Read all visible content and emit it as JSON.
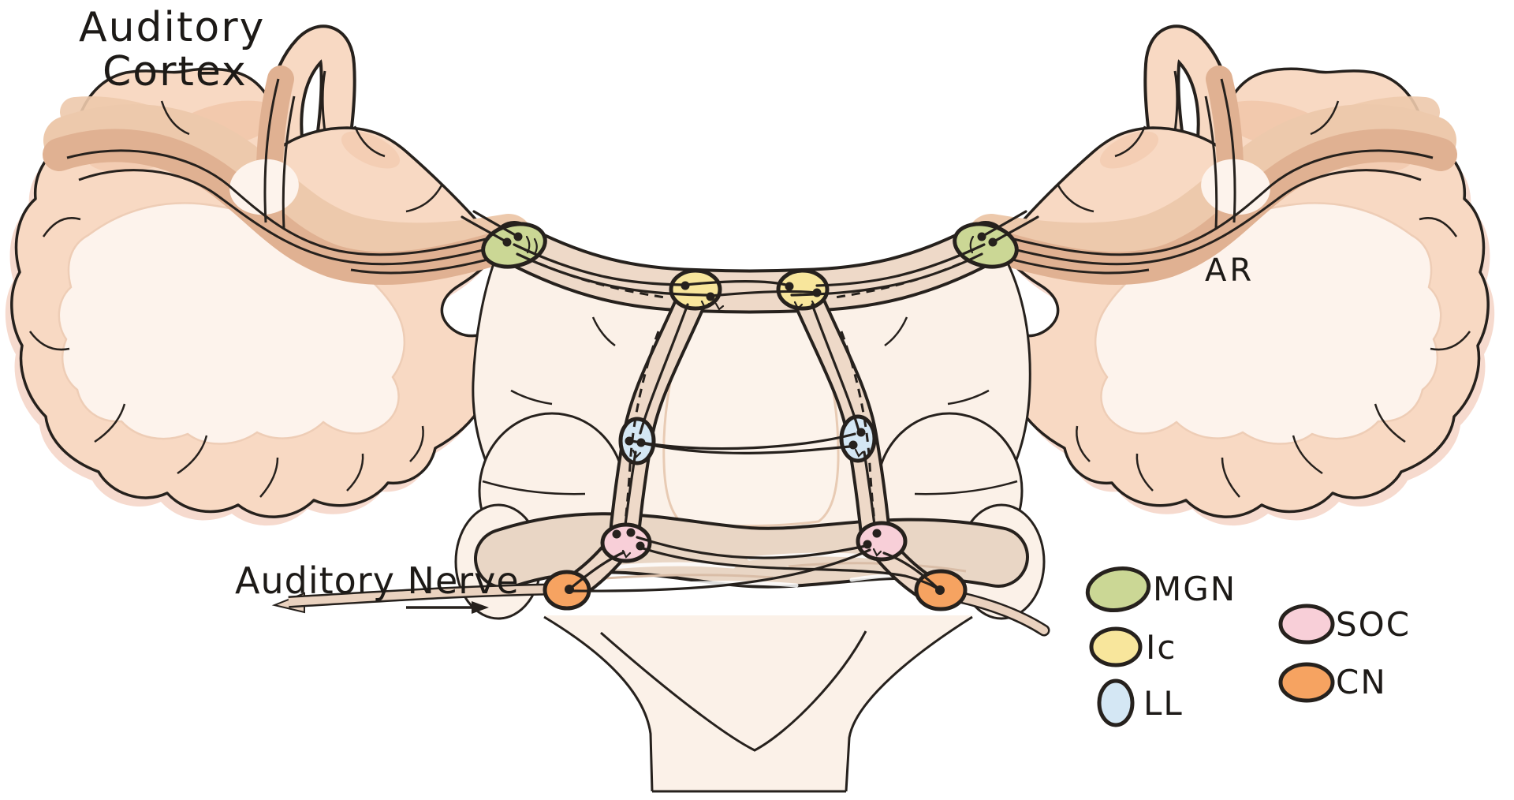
{
  "title": {
    "line1": "Auditory",
    "line2": "Cortex"
  },
  "labels": {
    "auditory_nerve": "Auditory Nerve",
    "ar": "AR"
  },
  "legend": {
    "items": [
      {
        "id": "mgn",
        "label": "MGN",
        "color": "#cbd795"
      },
      {
        "id": "ic",
        "label": "Ic",
        "color": "#f8e69c"
      },
      {
        "id": "ll",
        "label": "LL",
        "color": "#d4e7f4"
      },
      {
        "id": "soc",
        "label": "SOC",
        "color": "#f8cfd8"
      },
      {
        "id": "cn",
        "label": "CN",
        "color": "#f6a361"
      }
    ]
  },
  "colors": {
    "ink": "#26211d",
    "cortex": "#f8d9c3",
    "cortex_shadow": "#f3cebe",
    "gyrus_shade": "#f0c3a6",
    "white_matter": "#fdf3ec",
    "ar_band": "#e0b192",
    "ar_band_light": "#edc9ac",
    "brainstem": "#fbf1e8",
    "pons_band": "#e9d6c5",
    "pathway_band": "#eed9c8",
    "nerve_band": "#ead2bf",
    "background": "#ffffff"
  }
}
